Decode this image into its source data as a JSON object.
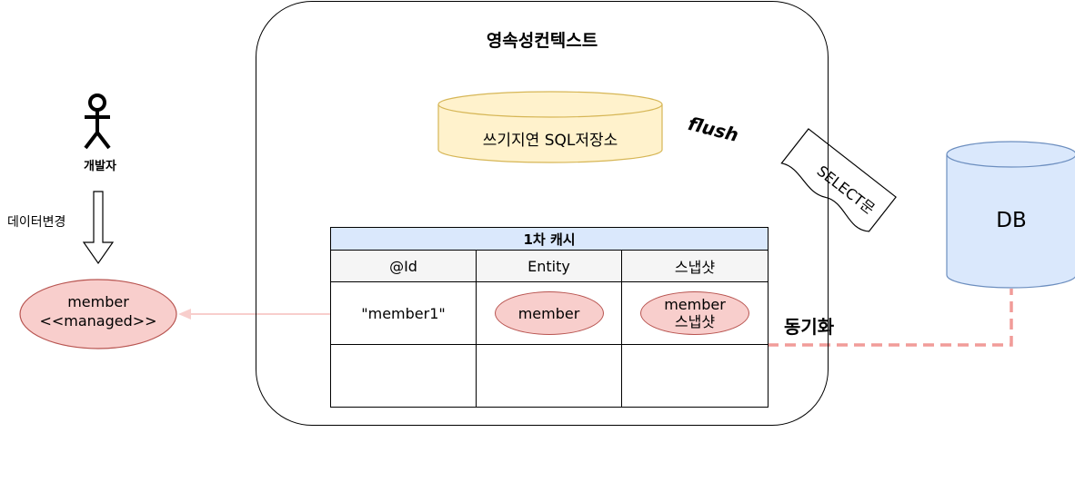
{
  "title": "영속성컨텍스트",
  "write_store": "쓰기지연 SQL저장소",
  "flush": "flush",
  "select_doc": "SELECT문",
  "db": "DB",
  "developer": "개발자",
  "data_change": "데이터변경",
  "managed_member": {
    "line1": "member",
    "line2": "<<managed>>"
  },
  "cache": {
    "caption": "1차 캐시",
    "headers": [
      "@Id",
      "Entity",
      "스냅샷"
    ],
    "row1": {
      "id": "\"member1\"",
      "entity": "member",
      "snapshot_line1": "member",
      "snapshot_line2": "스냅샷"
    }
  },
  "sync": "동기화",
  "colors": {
    "cylinder_fill": "#fff2cc",
    "cylinder_stroke": "#d6b656",
    "db_fill": "#dae8fc",
    "db_stroke": "#6c8ebf",
    "entity_fill": "#f8cecc",
    "entity_stroke": "#b85450",
    "dashed_line": "#f19c99",
    "cache_caption": "#dae8fc"
  }
}
